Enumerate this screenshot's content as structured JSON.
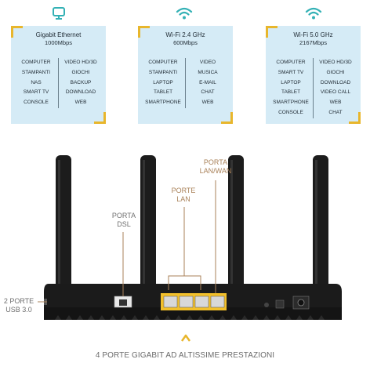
{
  "cards": [
    {
      "title": "Gigabit Ethernet",
      "speed": "1000Mbps",
      "icon": "monitor-icon",
      "left": [
        "COMPUTER",
        "STAMPANTI",
        "NAS",
        "SMART TV",
        "CONSOLE"
      ],
      "right": [
        "VIDEO HD/3D",
        "GIOCHI",
        "BACKUP",
        "DOWNLOAD",
        "WEB"
      ]
    },
    {
      "title": "Wi-Fi 2.4 GHz",
      "speed": "600Mbps",
      "icon": "wifi-icon",
      "left": [
        "COMPUTER",
        "STAMPANTI",
        "LAPTOP",
        "TABLET",
        "SMARTPHONE"
      ],
      "right": [
        "VIDEO",
        "MUSICA",
        "E-MAIL",
        "CHAT",
        "WEB"
      ]
    },
    {
      "title": "Wi-Fi 5.0 GHz",
      "speed": "2167Mbps",
      "icon": "wifi-icon",
      "left": [
        "COMPUTER",
        "SMART TV",
        "LAPTOP",
        "TABLET",
        "SMARTPHONE",
        "CONSOLE"
      ],
      "right": [
        "VIDEO HD/3D",
        "GIOCHI",
        "DOWNLOAD",
        "VIDEO CALL",
        "WEB",
        "CHAT"
      ]
    }
  ],
  "labels": {
    "porta_lanwan_1": "PORTA",
    "porta_lanwan_2": "LAN/WAN",
    "porte_lan_1": "PORTE",
    "porte_lan_2": "LAN",
    "porta_dsl_1": "PORTA",
    "porta_dsl_2": "DSL",
    "usb_1": "2 PORTE",
    "usb_2": "USB 3.0"
  },
  "footer": "4 PORTE GIGABIT AD ALTISSIME PRESTAZIONI",
  "colors": {
    "card_bg": "#d5ebf6",
    "accent_yellow": "#e8b62c",
    "icon_teal": "#33b1b5",
    "label_bronze": "#a98158",
    "router_body": "#1b1b1b",
    "port_yellow": "#f2c02b"
  }
}
